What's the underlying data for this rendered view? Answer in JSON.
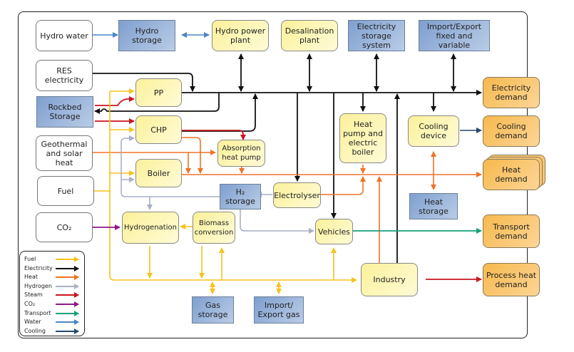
{
  "diagram": {
    "title": "Energy system flow diagram",
    "nodes": {
      "hydro_water": "Hydro water",
      "hydro_storage": "Hydro storage",
      "hydro_power_plant": "Hydro power plant",
      "desalination_plant": "Desalination plant",
      "electricity_storage_system": "Electricity storage system",
      "import_export_fixed_variable": "Import/Export fixed and variable",
      "res_electricity": "RES electricity",
      "rockbed_storage": "Rockbed Storage",
      "pp": "PP",
      "chp": "CHP",
      "geothermal_solar_heat": "Geothermal and solar heat",
      "boiler": "Boiler",
      "absorption_heat_pump": "Absorption heat pump",
      "fuel": "Fuel",
      "co2": "CO₂",
      "hydrogenation": "Hydrogenation",
      "biomass_conversion": "Biomass conversion",
      "h2_storage": "H₂ storage",
      "electrolyser": "Electrolyser",
      "heat_pump_electric_boiler": "Heat pump and electric boiler",
      "cooling_device": "Cooling device",
      "heat_storage": "Heat storage",
      "vehicles": "Vehicles",
      "industry": "Industry",
      "gas_storage": "Gas storage",
      "import_export_gas": "Import/ Export gas",
      "electricity_demand": "Electricity demand",
      "cooling_demand": "Cooling demand",
      "heat_demand": "Heat demand",
      "transport_demand": "Transport demand",
      "process_heat_demand": "Process heat demand"
    },
    "legend": [
      {
        "label": "Fuel",
        "color": "#f7c21b"
      },
      {
        "label": "Electricity",
        "color": "#111111"
      },
      {
        "label": "Heat",
        "color": "#f07228"
      },
      {
        "label": "Hydrogen",
        "color": "#a9b0c8"
      },
      {
        "label": "Steam",
        "color": "#c8161e"
      },
      {
        "label": "CO₂",
        "color": "#8a1a8a"
      },
      {
        "label": "Transport",
        "color": "#16a07a"
      },
      {
        "label": "Water",
        "color": "#4b86c5"
      },
      {
        "label": "Cooling",
        "color": "#24496f"
      }
    ],
    "colors": {
      "source_box": "#ffffff",
      "storage_box": "#8fabd6",
      "conversion_box": "#fcf4a8",
      "demand_box": "#f8c168"
    }
  }
}
